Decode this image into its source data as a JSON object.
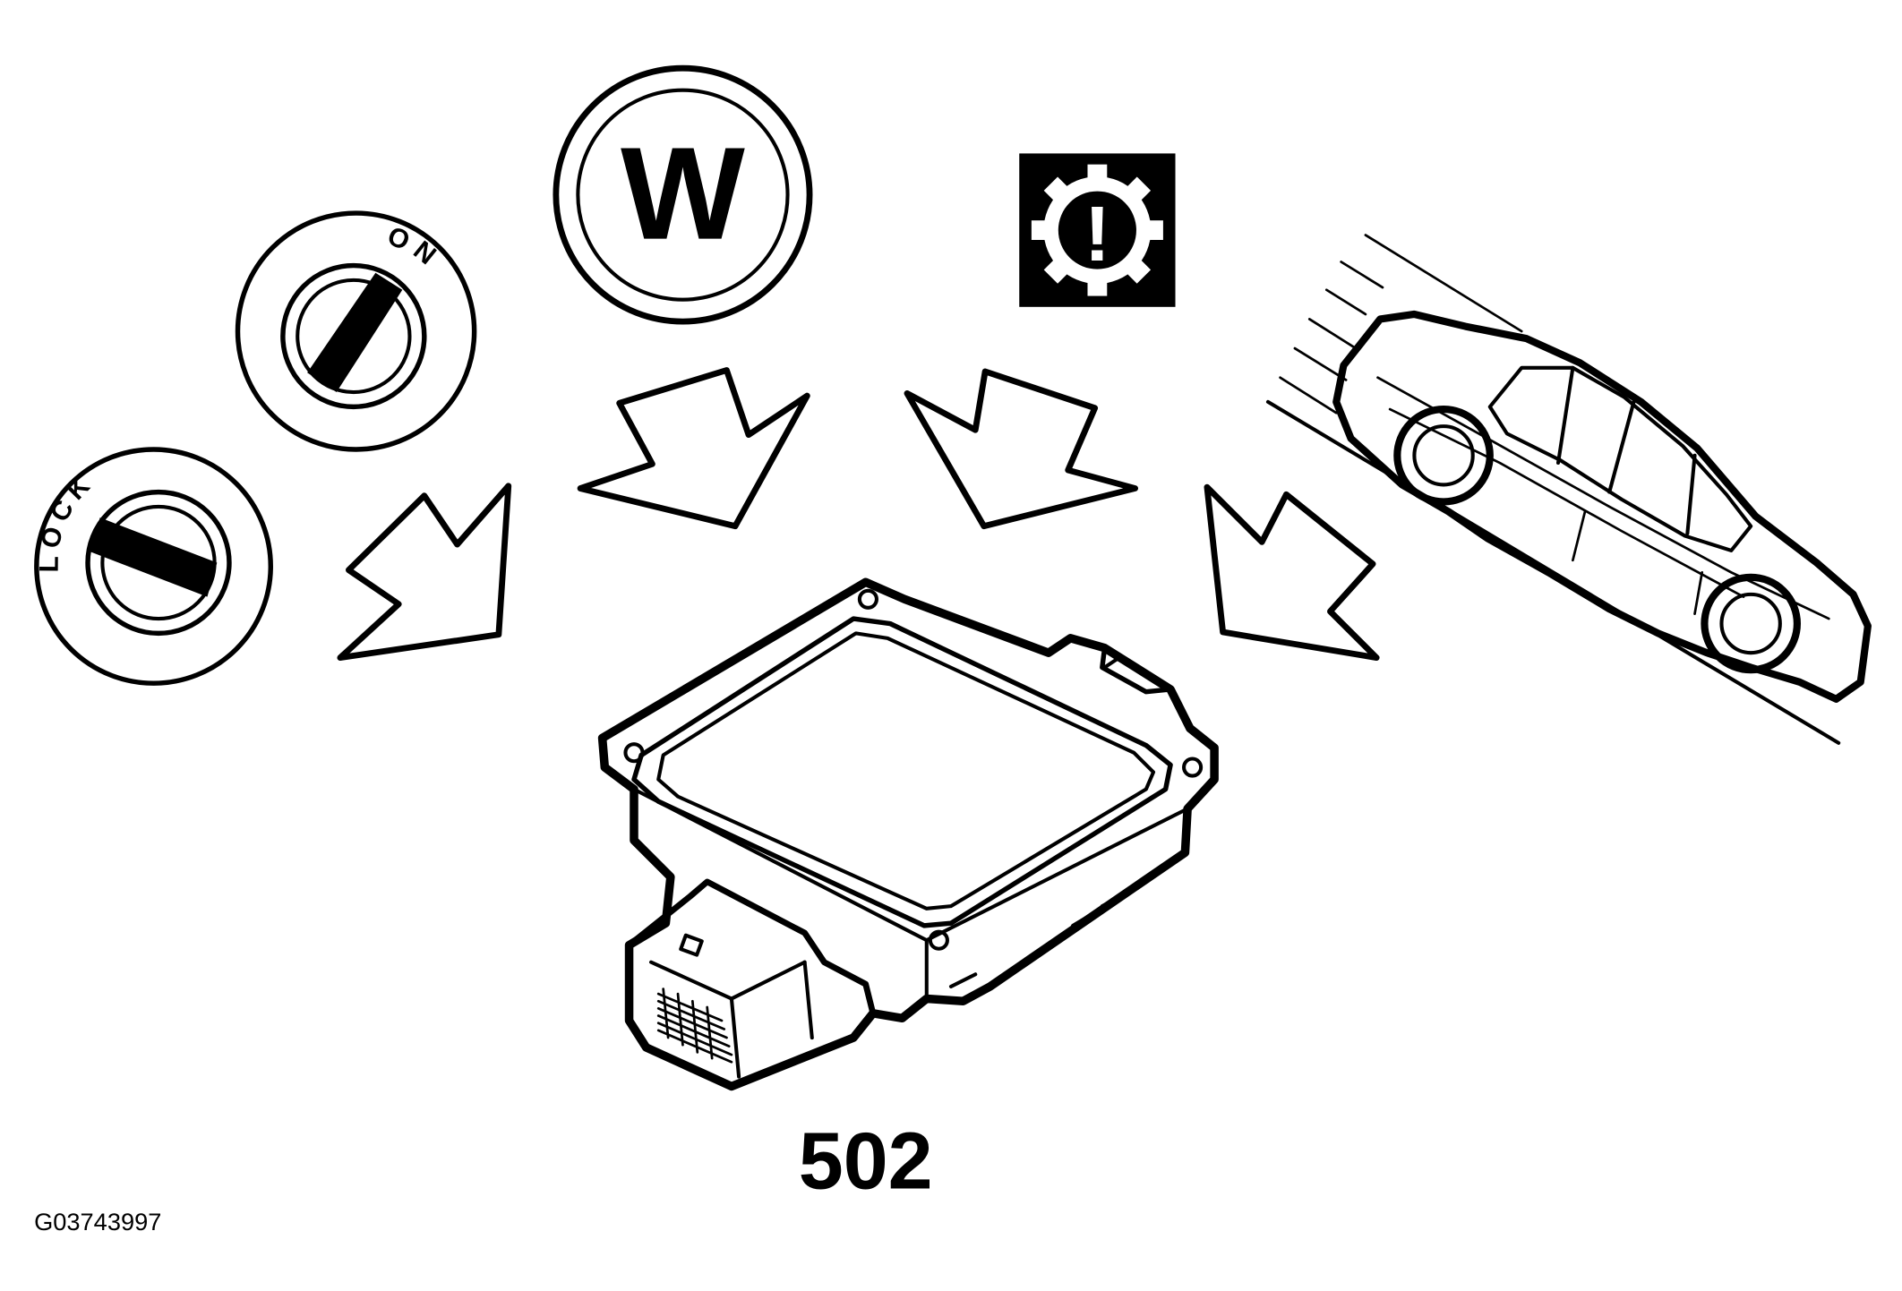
{
  "ignition": {
    "lock_label": "LOCK",
    "on_label": "ON"
  },
  "w_symbol": {
    "letter": "W"
  },
  "warning_symbol": {
    "glyph": "!",
    "icon": "gear-warning-icon"
  },
  "module": {
    "part_number": "502"
  },
  "figure": {
    "reference_code": "G03743997"
  }
}
